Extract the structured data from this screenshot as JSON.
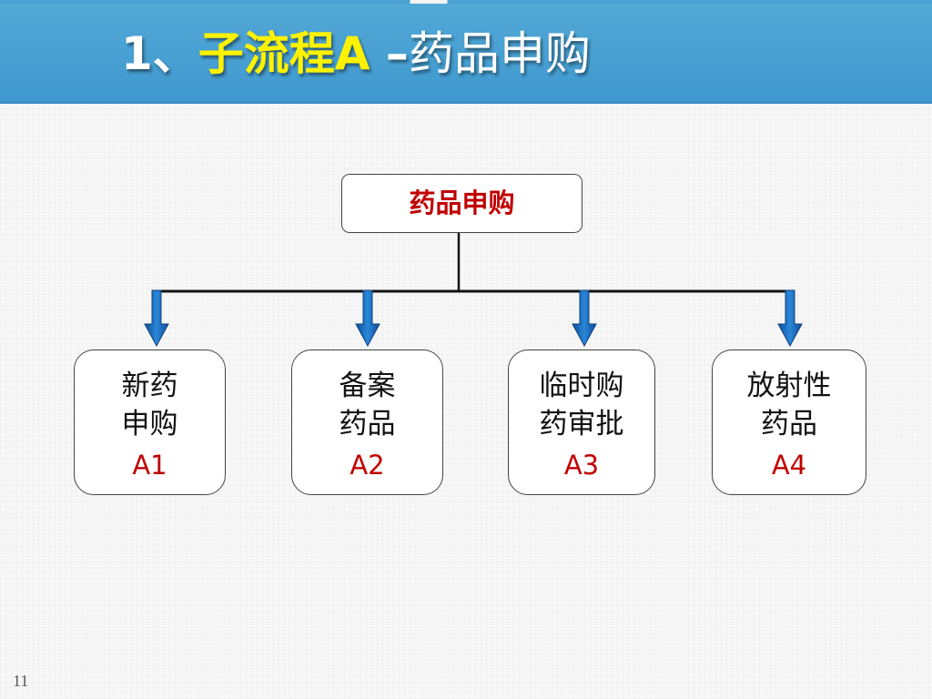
{
  "header": {
    "title_number": "1、",
    "title_sub": "子流程A",
    "title_dash": " –",
    "title_name": "药品申购"
  },
  "diagram": {
    "root": "药品申购",
    "children": [
      {
        "line1": "新药",
        "line2": "申购",
        "code": "A1"
      },
      {
        "line1": "备案",
        "line2": "药品",
        "code": "A2"
      },
      {
        "line1": "临时购",
        "line2": "药审批",
        "code": "A3"
      },
      {
        "line1": "放射性",
        "line2": "药品",
        "code": "A4"
      }
    ],
    "colors": {
      "root_text": "#c00000",
      "code_text": "#c00000",
      "arrow": "#1d6fc2",
      "header": "#4aa3d4"
    }
  },
  "footer": {
    "page_number": "11"
  }
}
